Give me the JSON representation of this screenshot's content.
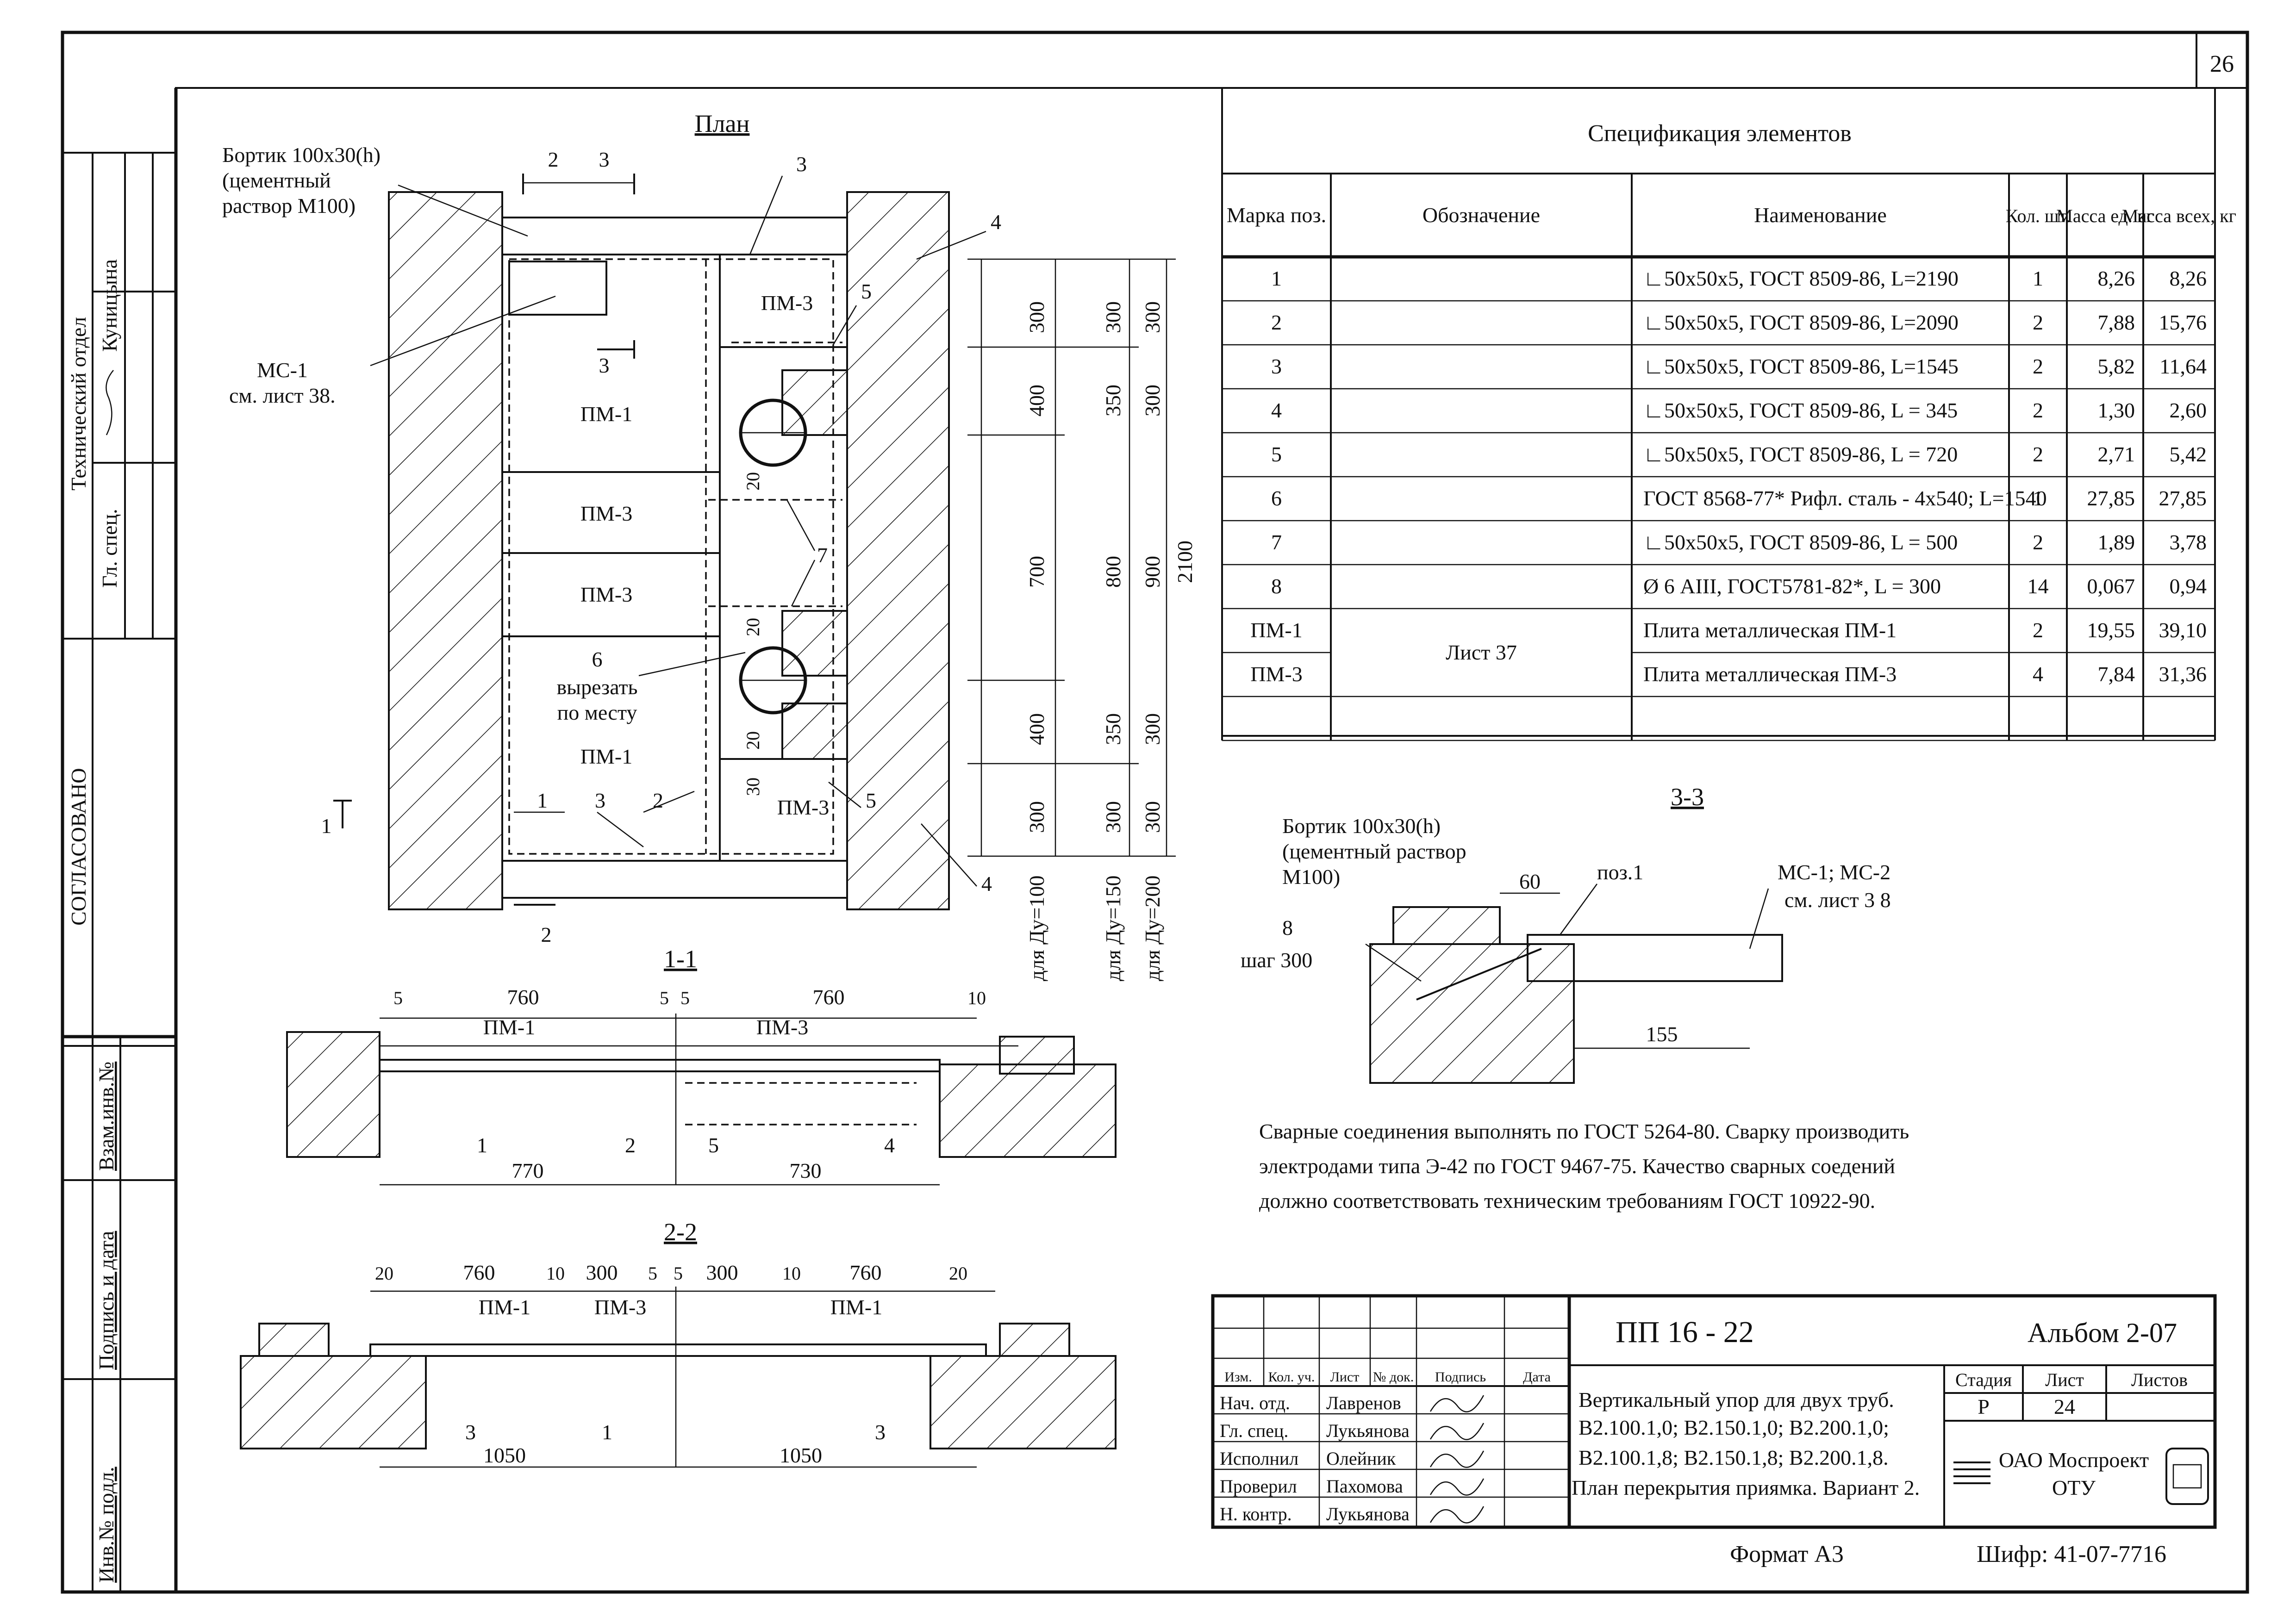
{
  "page_number": "26",
  "side_stamp": {
    "tech_dept": "Технический отдел",
    "surname_top": "Куницына",
    "chief_spec": "Гл. спец.",
    "agreed": "СОГЛАСОВАНО",
    "vzam_inv": "Взам.инв.№",
    "sign_date": "Подпись и дата",
    "inv_orig": "Инв.№ подл."
  },
  "plan": {
    "title": "План",
    "border_note": [
      "Бортик 100х30(h)",
      "(цементный",
      "раствор М100)"
    ],
    "mc1_label": [
      "МС-1",
      "см. лист 38."
    ],
    "cut_note": [
      "6",
      "вырезать",
      "по месту"
    ],
    "section_marks": [
      "2",
      "3",
      "3",
      "2",
      "1",
      "1"
    ],
    "panels": [
      "ПМ-3",
      "ПМ-1",
      "ПМ-3",
      "ПМ-3",
      "ПМ-1",
      "ПМ-3"
    ],
    "callouts": [
      "3",
      "4",
      "5",
      "20",
      "7",
      "20",
      "20",
      "30",
      "1",
      "3",
      "2",
      "5",
      "4"
    ],
    "dims_col1": [
      "300",
      "400",
      "700",
      "400",
      "300"
    ],
    "dims_col2": [
      "300",
      "350",
      "800",
      "350",
      "300"
    ],
    "dims_col3": [
      "300",
      "300",
      "900",
      "300",
      "300"
    ],
    "dim_total": "2100",
    "du_labels": [
      "для Ду=100",
      "для Ду=150",
      "для Ду=200"
    ]
  },
  "section_1_1": {
    "title": "1-1",
    "top_dims": [
      "5",
      "760",
      "5",
      "5",
      "760",
      "10"
    ],
    "bottom_dims": [
      "770",
      "730"
    ],
    "panels": [
      "ПМ-1",
      "ПМ-3"
    ],
    "callouts": [
      "1",
      "2",
      "5",
      "4"
    ]
  },
  "section_2_2": {
    "title": "2-2",
    "top_dims": [
      "20",
      "760",
      "10",
      "300",
      "5",
      "5",
      "300",
      "10",
      "760",
      "20"
    ],
    "bottom_dims": [
      "1050",
      "1050"
    ],
    "panels": [
      "ПМ-1",
      "ПМ-3",
      "ПМ-1"
    ],
    "callouts": [
      "3",
      "1",
      "3"
    ]
  },
  "section_3_3": {
    "title": "3-3",
    "border_note": [
      "Бортик 100х30(h)",
      "(цементный раствор",
      "М100)"
    ],
    "dim_60": "60",
    "pos1": "поз.1",
    "mc_note": [
      "МС-1; МС-2",
      "см. лист 3 8"
    ],
    "item8": [
      "8",
      "шаг 300"
    ],
    "dim_155": "155"
  },
  "spec": {
    "title": "Спецификация элементов",
    "headers": [
      "Марка поз.",
      "Обозначение",
      "Наименование",
      "Кол. шт.",
      "Масса ед. кг",
      "Масса всех, кг"
    ],
    "rows": [
      {
        "mark": "1",
        "designation": "",
        "name": "∟50х50х5, ГОСТ 8509-86, L=2190",
        "qty": "1",
        "unit": "8,26",
        "total": "8,26"
      },
      {
        "mark": "2",
        "designation": "",
        "name": "∟50х50х5, ГОСТ 8509-86, L=2090",
        "qty": "2",
        "unit": "7,88",
        "total": "15,76"
      },
      {
        "mark": "3",
        "designation": "",
        "name": "∟50х50х5, ГОСТ 8509-86, L=1545",
        "qty": "2",
        "unit": "5,82",
        "total": "11,64"
      },
      {
        "mark": "4",
        "designation": "",
        "name": "∟50х50х5, ГОСТ 8509-86, L = 345",
        "qty": "2",
        "unit": "1,30",
        "total": "2,60"
      },
      {
        "mark": "5",
        "designation": "",
        "name": "∟50х50х5, ГОСТ 8509-86, L = 720",
        "qty": "2",
        "unit": "2,71",
        "total": "5,42"
      },
      {
        "mark": "6",
        "designation": "",
        "name": "ГОСТ 8568-77* Рифл. сталь - 4х540;  L=1540",
        "qty": "1",
        "unit": "27,85",
        "total": "27,85"
      },
      {
        "mark": "7",
        "designation": "",
        "name": "∟50х50х5, ГОСТ 8509-86, L = 500",
        "qty": "2",
        "unit": "1,89",
        "total": "3,78"
      },
      {
        "mark": "8",
        "designation": "",
        "name": "Ø 6 АIII,   ГОСТ5781-82*, L = 300",
        "qty": "14",
        "unit": "0,067",
        "total": "0,94"
      },
      {
        "mark": "ПМ-1",
        "designation": "Лист 37",
        "name": "Плита металлическая          ПМ-1",
        "qty": "2",
        "unit": "19,55",
        "total": "39,10"
      },
      {
        "mark": "ПМ-3",
        "designation": "",
        "name": "Плита металлическая          ПМ-3",
        "qty": "4",
        "unit": "7,84",
        "total": "31,36"
      },
      {
        "mark": "",
        "designation": "",
        "name": "",
        "qty": "",
        "unit": "",
        "total": ""
      }
    ]
  },
  "notes": [
    "Сварные соединения выполнять по ГОСТ 5264-80. Сварку производить",
    "электродами типа Э-42 по ГОСТ 9467-75. Качество сварных соедений",
    "должно соответствовать техническим требованиям ГОСТ 10922-90."
  ],
  "title_block": {
    "code": "ПП   16 - 22",
    "album": "Альбом 2-07",
    "col_headers": [
      "Изм.",
      "Кол. уч.",
      "Лист",
      "№ док.",
      "Подпись",
      "Дата"
    ],
    "people": [
      {
        "role": "Нач. отд.",
        "name": "Лавренов"
      },
      {
        "role": "Гл. спец.",
        "name": "Лукьянова"
      },
      {
        "role": "Исполнил",
        "name": "Олейник"
      },
      {
        "role": "Проверил",
        "name": "Пахомова"
      },
      {
        "role": "Н. контр.",
        "name": "Лукьянова"
      }
    ],
    "description": [
      "Вертикальный упор для двух труб.",
      "В2.100.1,0; В2.150.1,0; В2.200.1,0;",
      "В2.100.1,8; В2.150.1,8; В2.200.1,8.",
      "План перекрытия приямка. Вариант 2."
    ],
    "stage_label": "Стадия",
    "sheet_label": "Лист",
    "sheets_label": "Листов",
    "stage": "Р",
    "sheet": "24",
    "sheets": "",
    "org": [
      "ОАО Моспроект",
      "ОТУ"
    ]
  },
  "format": "Формат А3",
  "cipher": "Шифр: 41-07-7716"
}
